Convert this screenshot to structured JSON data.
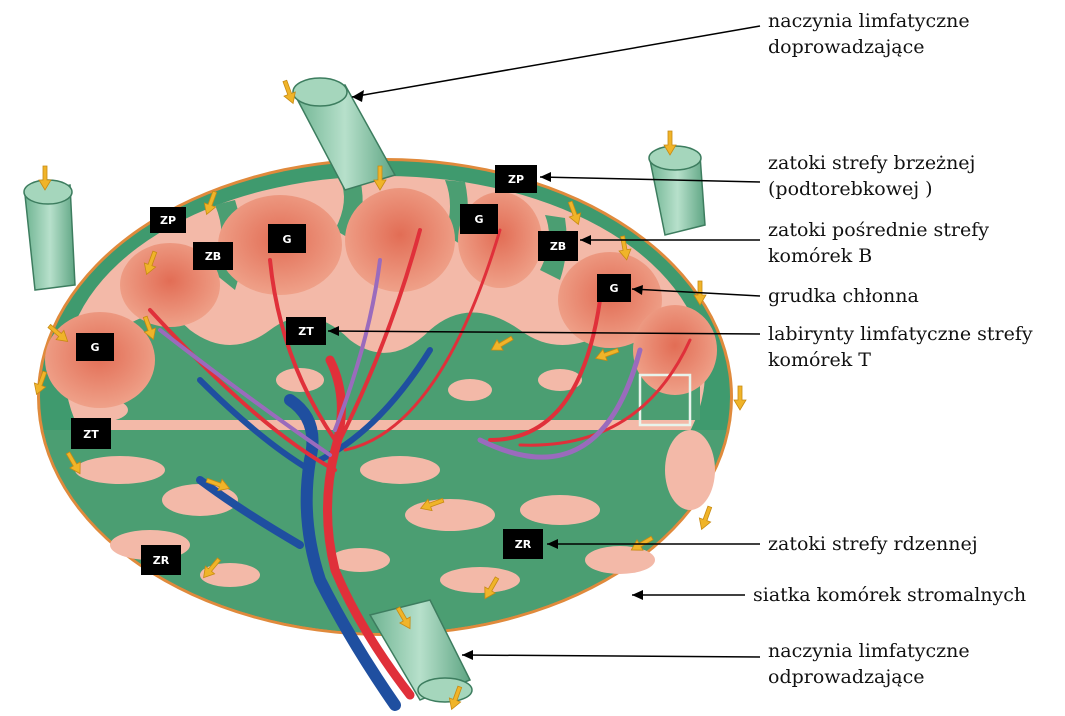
{
  "colors": {
    "capsule": "#3f9a6e",
    "capsule_edge": "#e08a3c",
    "stroma": "#4b9e72",
    "stroma_dark": "#2f7a52",
    "sinus": "#f3b9a8",
    "follicle": "#e8826a",
    "artery": "#e0303a",
    "vein": "#1f4fa0",
    "lymph_vessel": "#8bc9a8",
    "arrow": "#f0b429",
    "tag_bg": "#000000",
    "tag_text": "#ffffff"
  },
  "tags": [
    {
      "id": "zp-left",
      "text": "ZP"
    },
    {
      "id": "zp-top",
      "text": "ZP"
    },
    {
      "id": "zb-left",
      "text": "ZB"
    },
    {
      "id": "zb-right",
      "text": "ZB"
    },
    {
      "id": "g-1",
      "text": "G"
    },
    {
      "id": "g-2",
      "text": "G"
    },
    {
      "id": "g-3",
      "text": "G"
    },
    {
      "id": "g-4",
      "text": "G"
    },
    {
      "id": "zt-center",
      "text": "ZT"
    },
    {
      "id": "zt-left",
      "text": "ZT"
    },
    {
      "id": "zr-left",
      "text": "ZR"
    },
    {
      "id": "zr-center",
      "text": "ZR"
    }
  ],
  "labels": [
    {
      "id": "afferent",
      "lines": [
        "naczynia limfatyczne",
        "doprowadzające"
      ]
    },
    {
      "id": "subcapsular",
      "lines": [
        "zatoki strefy brzeżnej",
        "(podtorebkowej )"
      ]
    },
    {
      "id": "intermediate",
      "lines": [
        "zatoki pośrednie strefy",
        "komórek B"
      ]
    },
    {
      "id": "follicle",
      "lines": [
        "grudka chłonna"
      ]
    },
    {
      "id": "labyrinth",
      "lines": [
        "labirynty limfatyczne strefy",
        "komórek T"
      ]
    },
    {
      "id": "medullary",
      "lines": [
        "zatoki strefy rdzennej"
      ]
    },
    {
      "id": "stromal",
      "lines": [
        "siatka komórek stromalnych"
      ]
    },
    {
      "id": "efferent",
      "lines": [
        "naczynia limfatyczne",
        "odprowadzające"
      ]
    }
  ]
}
